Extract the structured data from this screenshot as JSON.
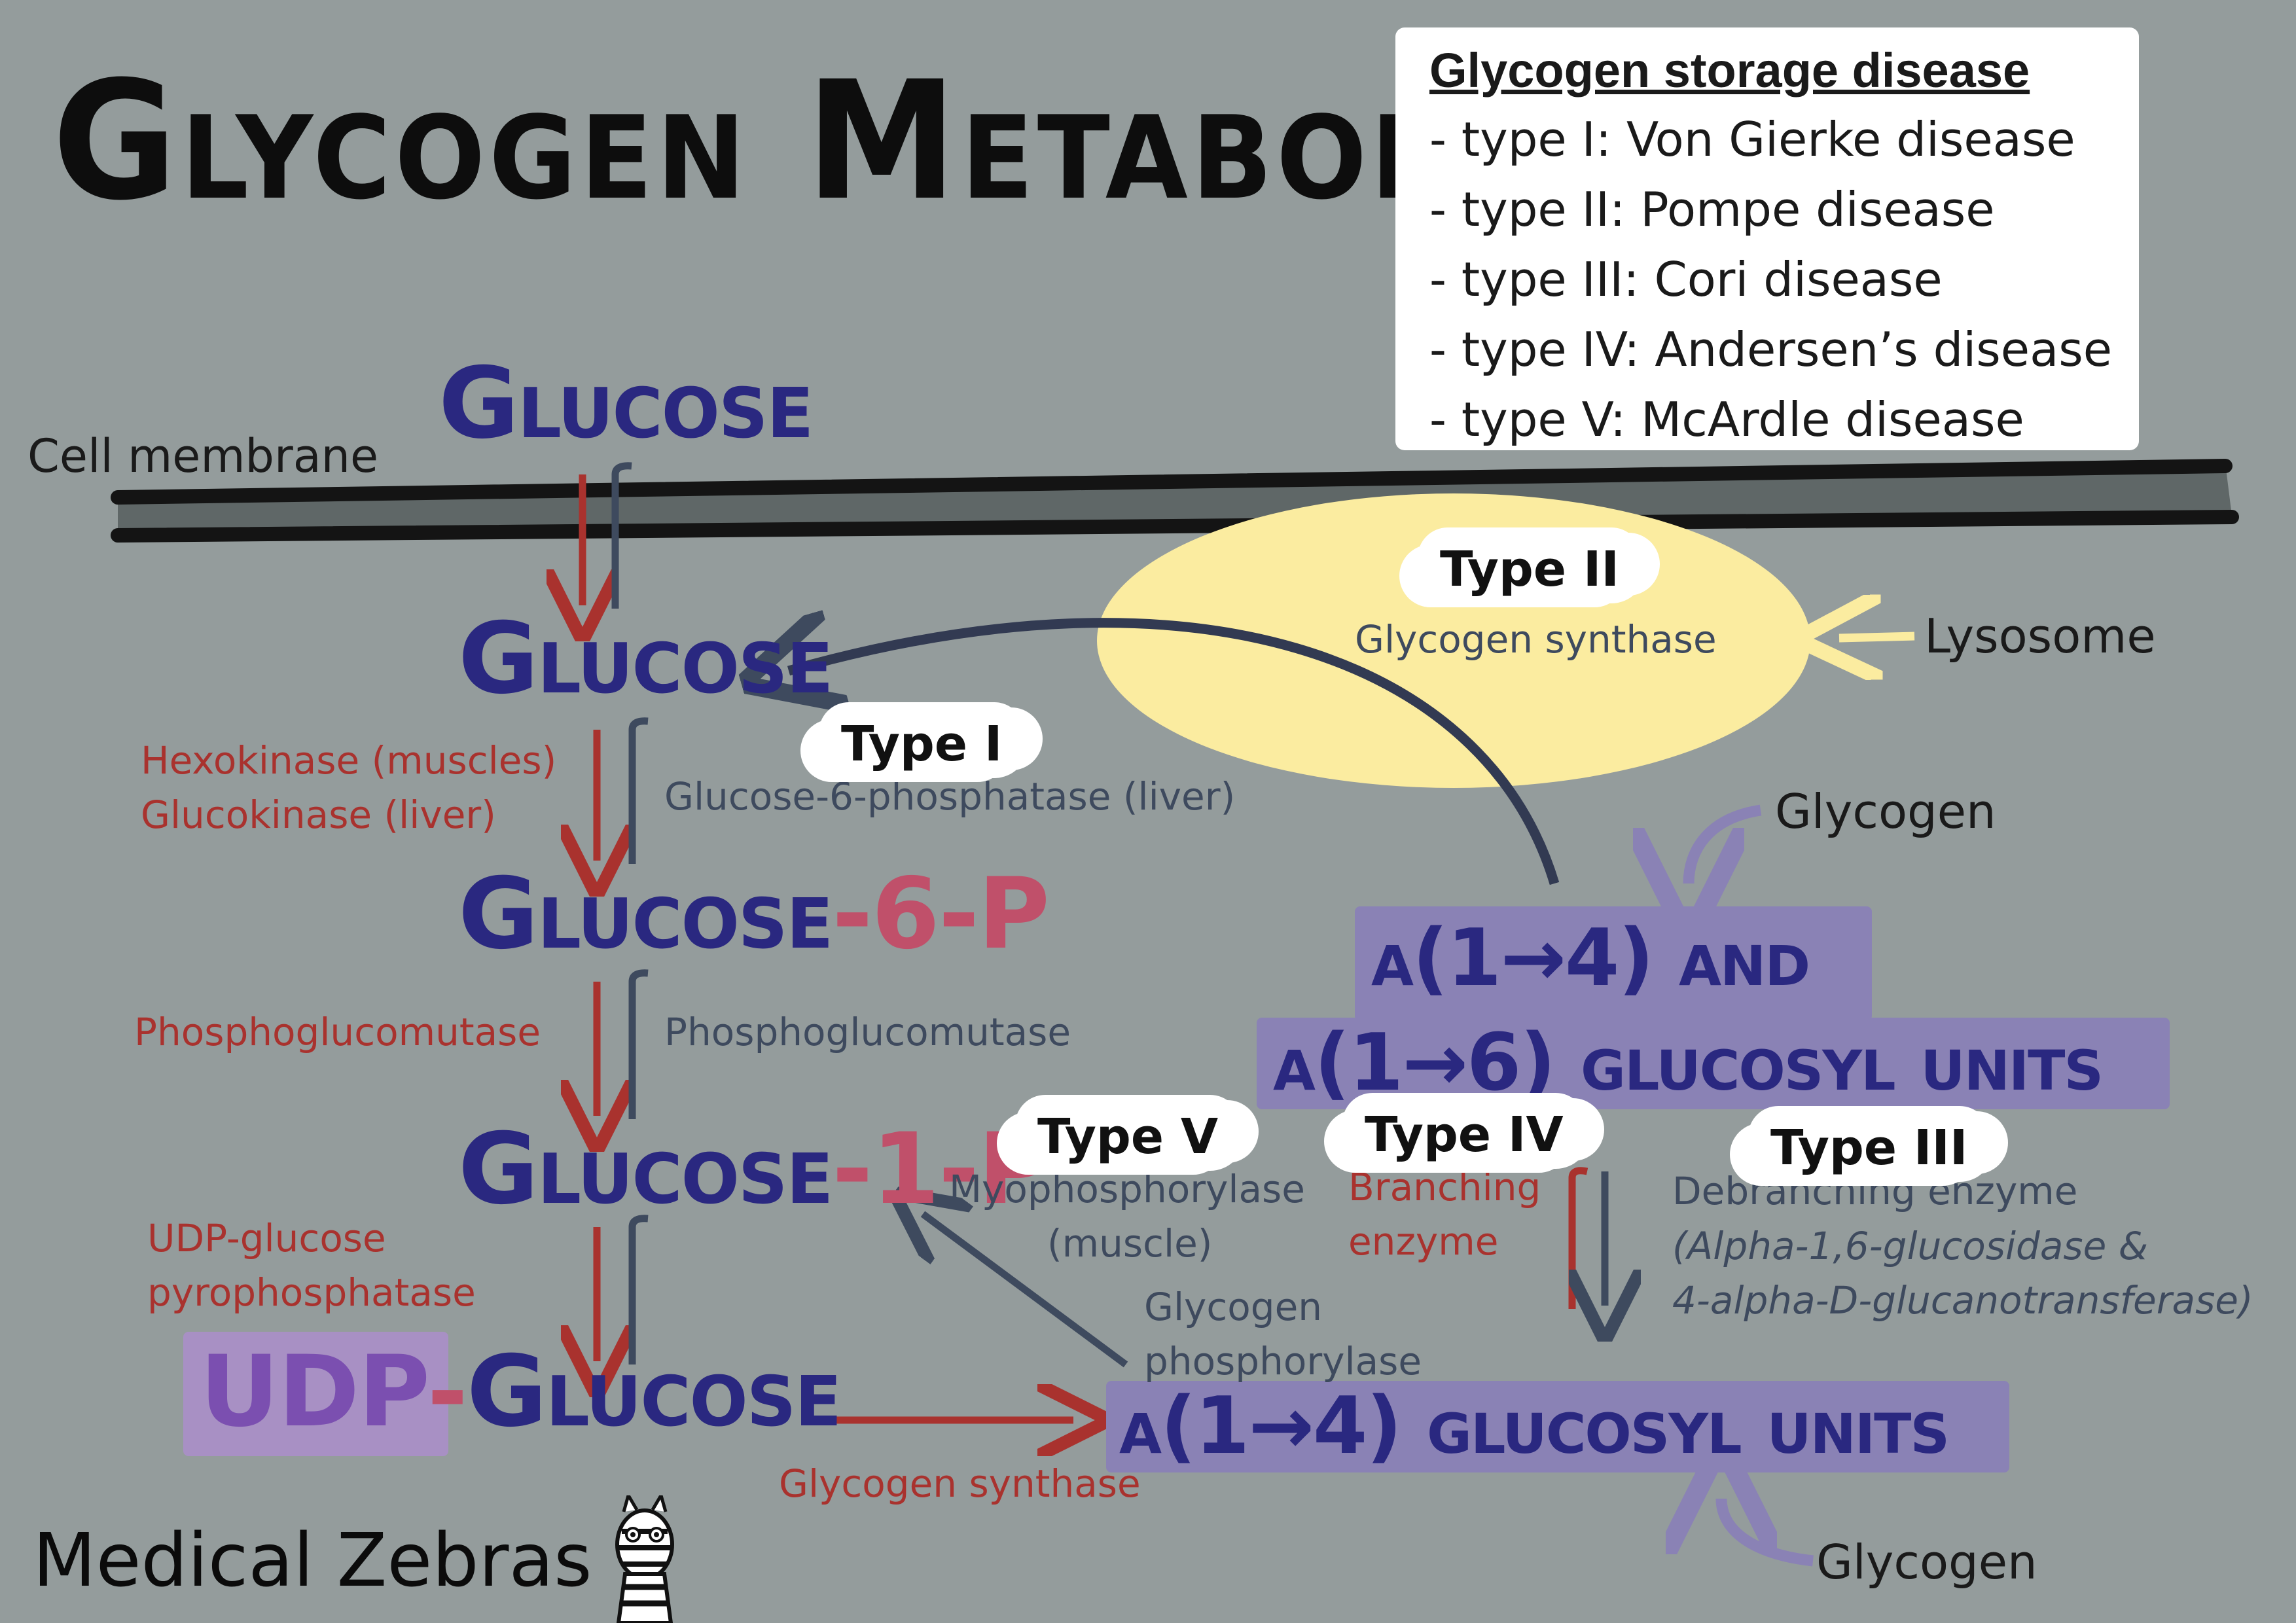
{
  "title": "Glycogen Metabolism",
  "legend": {
    "title": "Glycogen storage disease",
    "items": [
      "- type I: Von Gierke disease",
      "- type II: Pompe disease",
      "- type III: Cori disease",
      "- type IV: Andersen’s disease",
      "- type V: McArdle disease"
    ]
  },
  "membrane_label": "Cell membrane",
  "molecules": {
    "glucose_outside": "Glucose",
    "glucose_inside": "Glucose",
    "g6p_base": "Glucose",
    "g6p_suffix": "-6-P",
    "g1p_base": "Glucose",
    "g1p_suffix": "-1-P",
    "udp_prefix": "UDP",
    "udp_dash": "-",
    "udp_base": "Glucose",
    "branched_line1": "α(1→4)  and",
    "branched_line2": "α(1→6) glucosyl units",
    "linear": "α(1→4) glucosyl units"
  },
  "enzymes": {
    "hexokinase": "Hexokinase (muscles)",
    "glucokinase": "Glucokinase (liver)",
    "g6pase": "Glucose-6-phosphatase (liver)",
    "pgm_left": "Phosphoglucomutase",
    "pgm_right": "Phosphoglucomutase",
    "udp_line1": "UDP-glucose",
    "udp_line2": "pyrophosphatase",
    "glycogen_synthase_bottom": "Glycogen synthase",
    "glycogen_synthase_lysosome": "Glycogen synthase",
    "myophos_line1": "Myophosphorylase",
    "myophos_line2": "(muscle)",
    "branching_line1": "Branching",
    "branching_line2": "enzyme",
    "debranch_line1": "Debranching enzyme",
    "debranch_line2": "(Alpha-1,6-glucosidase &",
    "debranch_line3": "4-alpha-D-glucanotransferase)",
    "gly_phos_line1": "Glycogen",
    "gly_phos_line2": "phosphorylase"
  },
  "types": {
    "t1": "Type I",
    "t2": "Type II",
    "t3": "Type III",
    "t4": "Type IV",
    "t5": "Type V"
  },
  "labels": {
    "lysosome": "Lysosome",
    "glycogen_top": "Glycogen",
    "glycogen_bottom": "Glycogen"
  },
  "brand": "Medical Zebras",
  "colors": {
    "background": "#949c9c",
    "forward_arrow": "#a9322e",
    "reverse_arrow": "#3e4a5e",
    "molecule": "#2a2880",
    "lysosome": "#fbeca0",
    "glycogen_box": "#8a82b5",
    "udp_box": "#a890c4"
  }
}
